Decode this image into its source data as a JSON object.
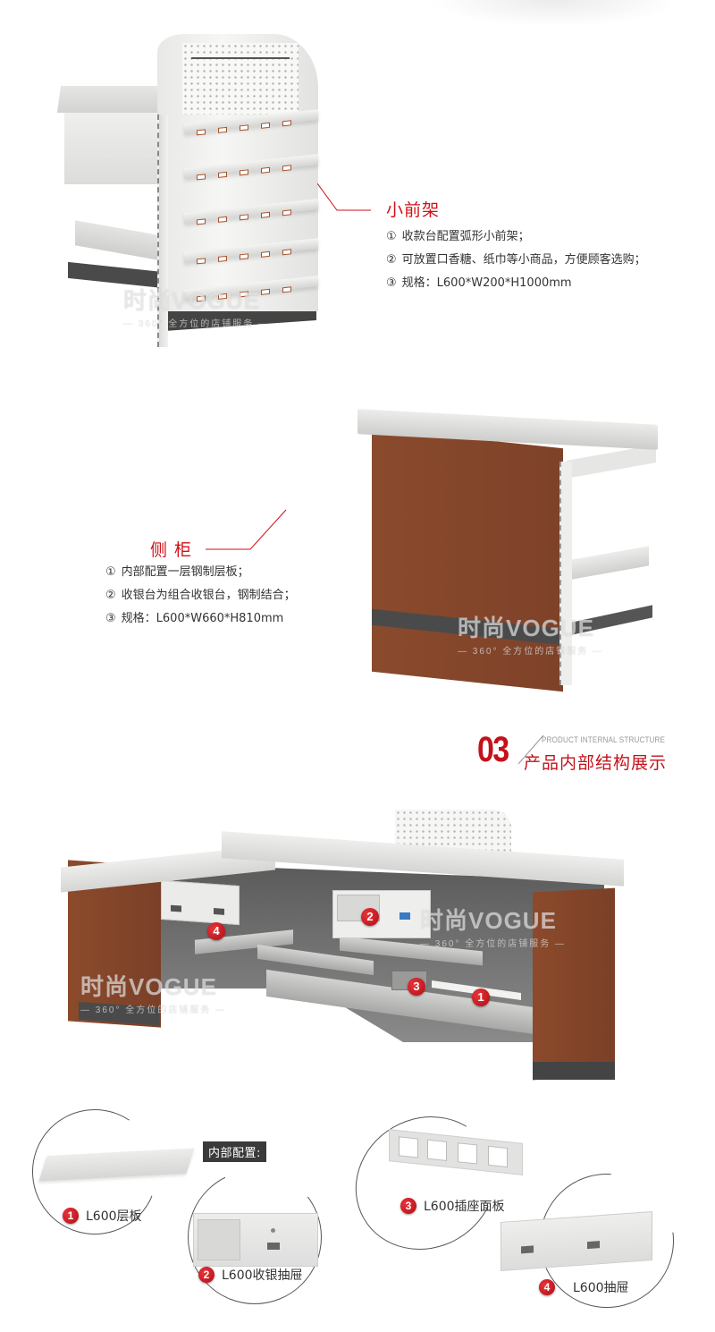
{
  "watermark": {
    "brand": "时尚VOGUE",
    "tagline": "— 360° 全方位的店铺服务 —"
  },
  "small_front_rack": {
    "title": "小前架",
    "specs": [
      {
        "num": "①",
        "text": "收款台配置弧形小前架；"
      },
      {
        "num": "②",
        "text": "可放置口香糖、纸巾等小商品，方便顾客选购；"
      },
      {
        "num": "③",
        "text": "规格：L600*W200*H1000mm"
      }
    ]
  },
  "side_cabinet": {
    "title": "侧 柜",
    "specs": [
      {
        "num": "①",
        "text": "内部配置一层钢制层板；"
      },
      {
        "num": "②",
        "text": "收银台为组合收银台，钢制结合；"
      },
      {
        "num": "③",
        "text": "规格：L600*W660*H810mm"
      }
    ]
  },
  "section_heading": {
    "number": "03",
    "english": "PRODUCT INTERNAL STRUCTURE",
    "chinese": "产品内部结构展示"
  },
  "counter_markers": [
    "1",
    "2",
    "3",
    "4"
  ],
  "internal_config": {
    "label": "内部配置:",
    "parts": [
      {
        "num": "1",
        "name": "L600层板"
      },
      {
        "num": "2",
        "name": "L600收银抽屉"
      },
      {
        "num": "3",
        "name": "L600插座面板"
      },
      {
        "num": "4",
        "name": "L600抽屉"
      }
    ]
  },
  "colors": {
    "accent_red": "#d0121b",
    "panel_brown": "#7e4229",
    "config_tag_bg": "#3a3a3a"
  }
}
